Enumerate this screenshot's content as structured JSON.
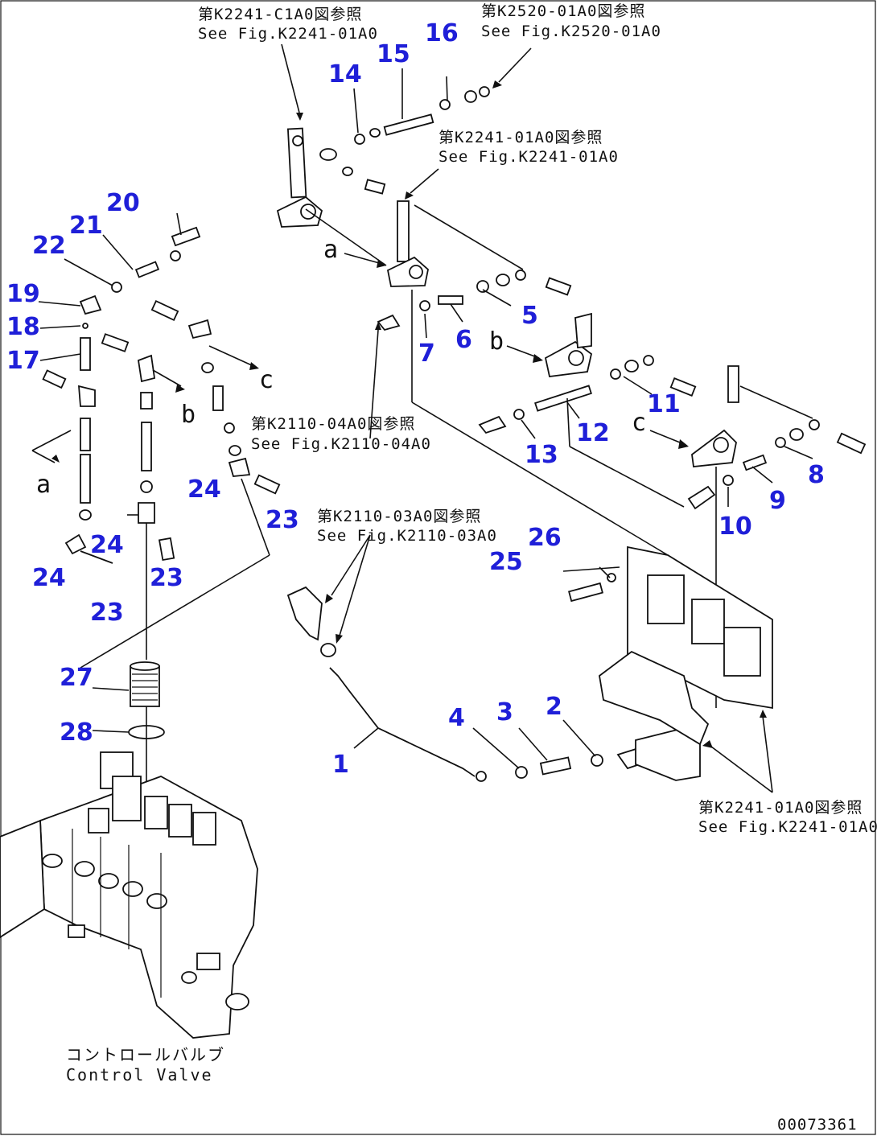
{
  "references": {
    "k2241_top": {
      "jp": "第K2241-C1A0図参照",
      "en": "See Fig.K2241-01A0"
    },
    "k2520": {
      "jp": "第K2520-01A0図参照",
      "en": "See Fig.K2520-01A0"
    },
    "k2241_mid": {
      "jp": "第K2241-01A0図参照",
      "en": "See Fig.K2241-01A0"
    },
    "k2110_04": {
      "jp": "第K2110-04A0図参照",
      "en": "See Fig.K2110-04A0"
    },
    "k2110_03": {
      "jp": "第K2110-03A0図参照",
      "en": "See Fig.K2110-03A0"
    },
    "k2241_bottom": {
      "jp": "第K2241-01A0図参照",
      "en": "See Fig.K2241-01A0"
    }
  },
  "part_numbers": [
    "1",
    "2",
    "3",
    "4",
    "5",
    "6",
    "7",
    "8",
    "9",
    "10",
    "11",
    "12",
    "13",
    "14",
    "15",
    "16",
    "17",
    "18",
    "19",
    "20",
    "21",
    "22",
    "23",
    "23",
    "23",
    "24",
    "24",
    "24",
    "25",
    "26",
    "27",
    "28"
  ],
  "letters": {
    "a1": "a",
    "a2": "a",
    "b1": "b",
    "b2": "b",
    "c1": "c",
    "c2": "c"
  },
  "control_valve": {
    "jp": "コントロールバルブ",
    "en": "Control Valve"
  },
  "drawing_code": "00073361",
  "colors": {
    "part_number": "#1f1fd8",
    "line": "#111111",
    "background": "#ffffff"
  }
}
